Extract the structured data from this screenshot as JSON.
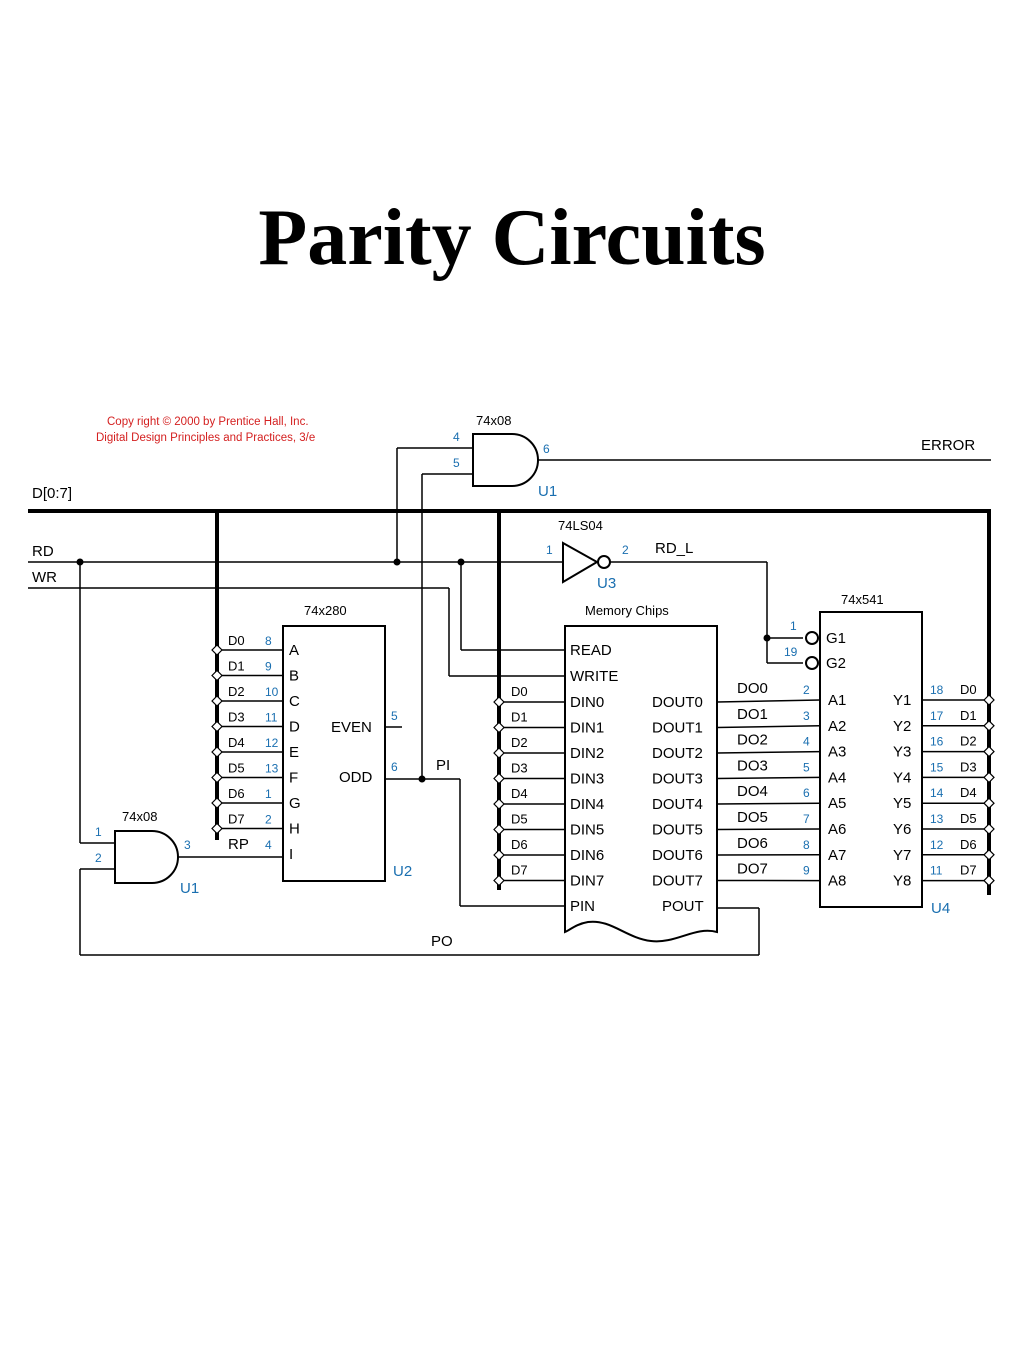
{
  "title": "Parity Circuits",
  "copyright": {
    "line1": "Copy right © 2000 by Prentice Hall, Inc.",
    "line2": "Digital Design Principles and Practices, 3/e"
  },
  "signals": {
    "bus": "D[0:7]",
    "rd": "RD",
    "wr": "WR",
    "error": "ERROR",
    "rd_l": "RD_L",
    "pi": "PI",
    "po": "PO"
  },
  "gate_u1_top": {
    "type": "74x08",
    "ref": "U1",
    "pin_a": "4",
    "pin_b": "5",
    "pin_out": "6"
  },
  "gate_u1_bottom": {
    "type": "74x08",
    "ref": "U1",
    "pin_a": "1",
    "pin_b": "2",
    "pin_out": "3"
  },
  "inverter_u3": {
    "type": "74LS04",
    "ref": "U3",
    "pin_in": "1",
    "pin_out": "2"
  },
  "chip_u2": {
    "type": "74x280",
    "ref": "U2",
    "inputs": [
      {
        "bus": "D0",
        "pin": "8",
        "name": "A"
      },
      {
        "bus": "D1",
        "pin": "9",
        "name": "B"
      },
      {
        "bus": "D2",
        "pin": "10",
        "name": "C"
      },
      {
        "bus": "D3",
        "pin": "11",
        "name": "D"
      },
      {
        "bus": "D4",
        "pin": "12",
        "name": "E"
      },
      {
        "bus": "D5",
        "pin": "13",
        "name": "F"
      },
      {
        "bus": "D6",
        "pin": "1",
        "name": "G"
      },
      {
        "bus": "D7",
        "pin": "2",
        "name": "H"
      },
      {
        "bus": "RP",
        "pin": "4",
        "name": "I"
      }
    ],
    "even": {
      "name": "EVEN",
      "pin": "5"
    },
    "odd": {
      "name": "ODD",
      "pin": "6"
    }
  },
  "memory": {
    "title": "Memory Chips",
    "read": "READ",
    "write": "WRITE",
    "bus_labels": [
      "D0",
      "D1",
      "D2",
      "D3",
      "D4",
      "D5",
      "D6",
      "D7"
    ],
    "din": [
      "DIN0",
      "DIN1",
      "DIN2",
      "DIN3",
      "DIN4",
      "DIN5",
      "DIN6",
      "DIN7"
    ],
    "dout": [
      "DOUT0",
      "DOUT1",
      "DOUT2",
      "DOUT3",
      "DOUT4",
      "DOUT5",
      "DOUT6",
      "DOUT7"
    ],
    "pin": "PIN",
    "pout": "POUT"
  },
  "do_nets": [
    "DO0",
    "DO1",
    "DO2",
    "DO3",
    "DO4",
    "DO5",
    "DO6",
    "DO7"
  ],
  "chip_u4": {
    "type": "74x541",
    "ref": "U4",
    "g1": {
      "name": "G1",
      "pin": "1"
    },
    "g2": {
      "name": "G2",
      "pin": "19"
    },
    "a_pins": [
      "2",
      "3",
      "4",
      "5",
      "6",
      "7",
      "8",
      "9"
    ],
    "a_names": [
      "A1",
      "A2",
      "A3",
      "A4",
      "A5",
      "A6",
      "A7",
      "A8"
    ],
    "y_names": [
      "Y1",
      "Y2",
      "Y3",
      "Y4",
      "Y5",
      "Y6",
      "Y7",
      "Y8"
    ],
    "y_pins": [
      "18",
      "17",
      "16",
      "15",
      "14",
      "13",
      "12",
      "11"
    ],
    "bus_labels": [
      "D0",
      "D1",
      "D2",
      "D3",
      "D4",
      "D5",
      "D6",
      "D7"
    ]
  }
}
